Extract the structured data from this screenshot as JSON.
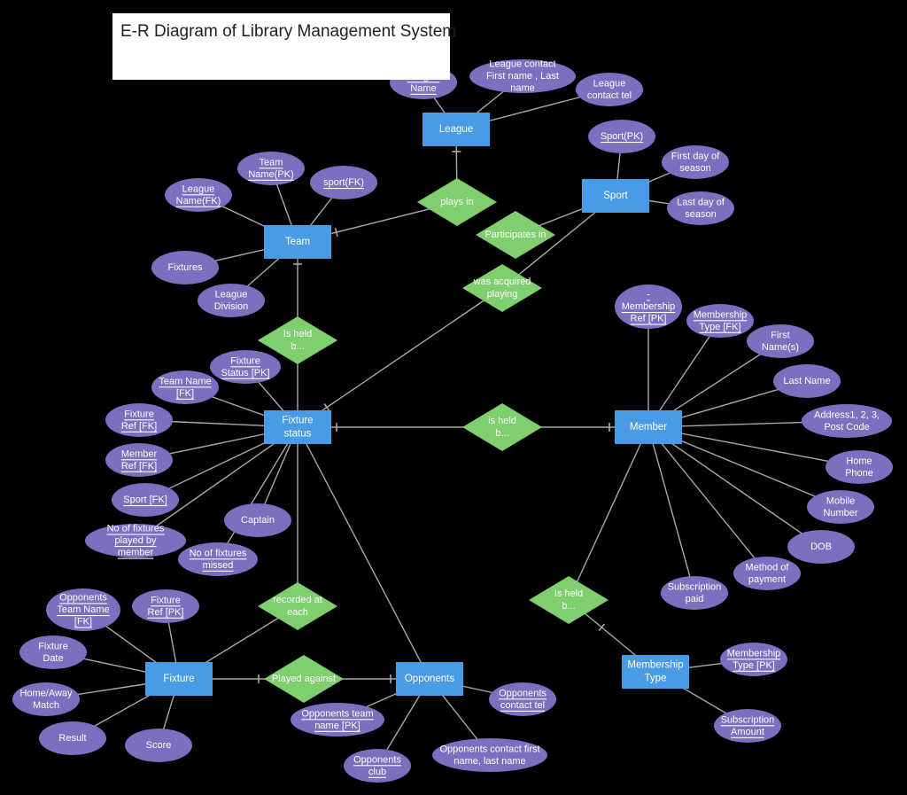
{
  "title": "E-R Diagram of Library Management System",
  "colors": {
    "background": "#000000",
    "entity": "#4a9be6",
    "attribute": "#7b6fc0",
    "relationship": "#7fcf6e",
    "connector": "#a8a8a8",
    "text": "#ffffff"
  },
  "entities": {
    "league": {
      "label": [
        "League"
      ]
    },
    "sport": {
      "label": [
        "Sport"
      ]
    },
    "team": {
      "label": [
        "Team"
      ]
    },
    "fixture_status": {
      "label": [
        "Fixture",
        "status"
      ]
    },
    "member": {
      "label": [
        "Member"
      ]
    },
    "fixture": {
      "label": [
        "Fixture"
      ]
    },
    "opponents": {
      "label": [
        "Opponents"
      ]
    },
    "membership_type": {
      "label": [
        "Membership",
        "Type"
      ]
    }
  },
  "relationships": {
    "plays_in": {
      "label": [
        "plays in"
      ]
    },
    "participates_in": {
      "label": [
        "Participates in"
      ]
    },
    "was_acquired": {
      "label": [
        "was acquired",
        "playing"
      ]
    },
    "is_held_team": {
      "label": [
        "Is held",
        "b..."
      ]
    },
    "is_held_member": {
      "label": [
        "is held",
        "b..."
      ]
    },
    "recorded_at": {
      "label": [
        "recorded at",
        "each"
      ]
    },
    "played_against": {
      "label": [
        "Played against"
      ]
    },
    "is_held_membership": {
      "label": [
        "Is held",
        "b..."
      ]
    }
  },
  "attributes": {
    "league_name": {
      "label": [
        "League",
        "Name"
      ]
    },
    "league_contact_name": {
      "label": [
        "League contact",
        "First name , Last",
        "name"
      ]
    },
    "league_contact_tel": {
      "label": [
        "League",
        "contact tel"
      ]
    },
    "sport_pk": {
      "label": [
        "Sport(PK)"
      ]
    },
    "first_day": {
      "label": [
        "First day of",
        "season"
      ]
    },
    "last_day": {
      "label": [
        "Last day of",
        "season"
      ]
    },
    "team_name_pk": {
      "label": [
        "Team",
        "Name(PK)"
      ]
    },
    "league_name_fk": {
      "label": [
        "League",
        "Name(FK)"
      ]
    },
    "sport_fk_team": {
      "label": [
        "sport(FK)"
      ]
    },
    "fixtures": {
      "label": [
        "Fixtures"
      ]
    },
    "league_division": {
      "label": [
        "League",
        "Division"
      ]
    },
    "fixture_status_pk": {
      "label": [
        "Fixture",
        "Status [PK]"
      ]
    },
    "team_name_fk": {
      "label": [
        "Team Name",
        "[FK]"
      ]
    },
    "fixture_ref_fk": {
      "label": [
        "Fixture",
        "Ref [FK]"
      ]
    },
    "member_ref_fk": {
      "label": [
        "Member",
        "Ref [FK]"
      ]
    },
    "sport_fk_status": {
      "label": [
        "Sport [FK]"
      ]
    },
    "no_fixtures_played": {
      "label": [
        "No of fixtures",
        "played by",
        "member"
      ]
    },
    "no_fixtures_missed": {
      "label": [
        "No of fixtures",
        "missed"
      ]
    },
    "captain": {
      "label": [
        "Captain"
      ]
    },
    "membership_ref_pk": {
      "label": [
        "-",
        "Membership",
        "Ref [PK]"
      ]
    },
    "membership_type_fk": {
      "label": [
        "Membership",
        "Type [FK]"
      ]
    },
    "first_names": {
      "label": [
        "First",
        "Name(s)"
      ]
    },
    "last_name": {
      "label": [
        "Last Name"
      ]
    },
    "address": {
      "label": [
        "Address1, 2, 3,",
        "Post Code"
      ]
    },
    "home_phone": {
      "label": [
        "Home",
        "Phone"
      ]
    },
    "mobile_number": {
      "label": [
        "Mobile",
        "Number"
      ]
    },
    "dob": {
      "label": [
        "DOB"
      ]
    },
    "method_payment": {
      "label": [
        "Method of",
        "payment"
      ]
    },
    "subscription_paid": {
      "label": [
        "Subscription",
        "paid"
      ]
    },
    "membership_type_pk": {
      "label": [
        "Membership",
        "Type [PK]"
      ]
    },
    "subscription_amount": {
      "label": [
        "Subscription",
        "Amount"
      ]
    },
    "opp_team_name_fk": {
      "label": [
        "Opponents",
        "Team Name",
        "[FK]"
      ]
    },
    "fixture_ref_pk": {
      "label": [
        "Fixture",
        "Ref [PK]"
      ]
    },
    "fixture_date": {
      "label": [
        "Fixture",
        "Date"
      ]
    },
    "home_away": {
      "label": [
        "Home/Away",
        "Match"
      ]
    },
    "result": {
      "label": [
        "Result"
      ]
    },
    "score": {
      "label": [
        "Score"
      ]
    },
    "opp_team_name_pk": {
      "label": [
        "Opponents team",
        "name [PK]"
      ]
    },
    "opp_club": {
      "label": [
        "Opponents",
        "club"
      ]
    },
    "opp_contact_name": {
      "label": [
        "Opponents contact first",
        "name, last name"
      ]
    },
    "opp_contact_tel": {
      "label": [
        "Opponents",
        "contact tel"
      ]
    }
  }
}
